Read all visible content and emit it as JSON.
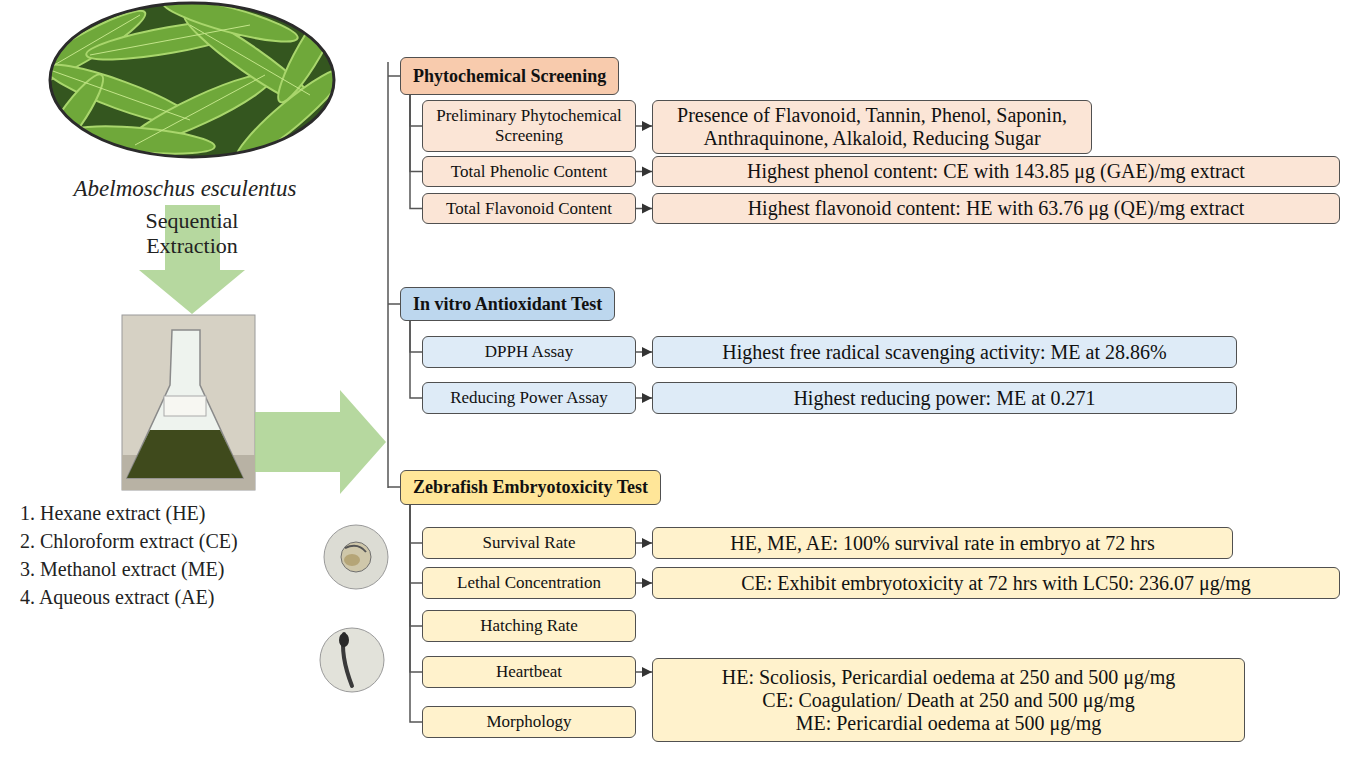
{
  "diagram": {
    "nodes": [
      {
        "text": [
          "Phytochemical Screening"
        ]
      },
      {
        "text": [
          "Preliminary Phytochemical Screening"
        ]
      },
      {
        "text": [
          "Presence of Flavonoid, Tannin, Phenol, Saponin, Anthraquinone, Alkaloid, Reducing Sugar"
        ]
      },
      {
        "text": [
          "Total Phenolic Content"
        ]
      },
      {
        "text": [
          "Highest phenol content: CE with 143.85 μg (GAE)/mg extract"
        ]
      },
      {
        "text": [
          "Total Flavonoid Content"
        ]
      },
      {
        "text": [
          "Highest flavonoid content: HE with 63.76 μg (QE)/mg extract"
        ]
      },
      {
        "text": [
          "In vitro Antioxidant Test"
        ]
      },
      {
        "text": [
          "DPPH Assay"
        ]
      },
      {
        "text": [
          "Highest free radical scavenging activity: ME at 28.86%"
        ]
      },
      {
        "text": [
          "Reducing Power Assay"
        ]
      },
      {
        "text": [
          "Highest reducing power: ME at 0.271"
        ]
      },
      {
        "text": [
          "Zebrafish Embryotoxicity Test"
        ]
      },
      {
        "text": [
          "Survival Rate"
        ]
      },
      {
        "text": [
          "HE, ME, AE: 100% survival rate in embryo at 72 hrs"
        ]
      },
      {
        "text": [
          "Lethal Concentration"
        ]
      },
      {
        "text": [
          "CE: Exhibit embryotoxicity at 72 hrs with LC50: 236.07 μg/mg"
        ]
      },
      {
        "text": [
          "Hatching Rate"
        ]
      },
      {
        "text": [
          "Heartbeat"
        ]
      },
      {
        "text": [
          "HE: Scoliosis, Pericardial oedema at 250 and 500 μg/mg",
          "CE: Coagulation/ Death at 250 and 500 μg/mg",
          "ME: Pericardial oedema at 500 μg/mg"
        ]
      },
      {
        "text": [
          "Morphology"
        ]
      }
    ],
    "edges": [
      {
        "from": 0,
        "to": 1,
        "arrow": "none"
      },
      {
        "from": 0,
        "to": 3,
        "arrow": "none"
      },
      {
        "from": 0,
        "to": 5,
        "arrow": "none"
      },
      {
        "from": 1,
        "to": 2,
        "arrow": "to"
      },
      {
        "from": 3,
        "to": 4,
        "arrow": "to"
      },
      {
        "from": 5,
        "to": 6,
        "arrow": "to"
      },
      {
        "from": 7,
        "to": 8,
        "arrow": "none"
      },
      {
        "from": 7,
        "to": 10,
        "arrow": "none"
      },
      {
        "from": 8,
        "to": 9,
        "arrow": "to"
      },
      {
        "from": 10,
        "to": 11,
        "arrow": "to"
      },
      {
        "from": 12,
        "to": 13,
        "arrow": "none"
      },
      {
        "from": 12,
        "to": 15,
        "arrow": "none"
      },
      {
        "from": 12,
        "to": 17,
        "arrow": "none"
      },
      {
        "from": 12,
        "to": 18,
        "arrow": "none"
      },
      {
        "from": 12,
        "to": 20,
        "arrow": "none"
      },
      {
        "from": 13,
        "to": 14,
        "arrow": "to"
      },
      {
        "from": 15,
        "to": 16,
        "arrow": "to"
      },
      {
        "from": 18,
        "to": 19,
        "arrow": "to"
      }
    ],
    "labels": [
      "Abelmoschus esculentus",
      "Sequential Extraction",
      "1. Hexane extract (HE)",
      "2. Chloroform extract (CE)",
      "3. Methanol extract (ME)",
      "4. Aqueous extract (AE)"
    ]
  }
}
